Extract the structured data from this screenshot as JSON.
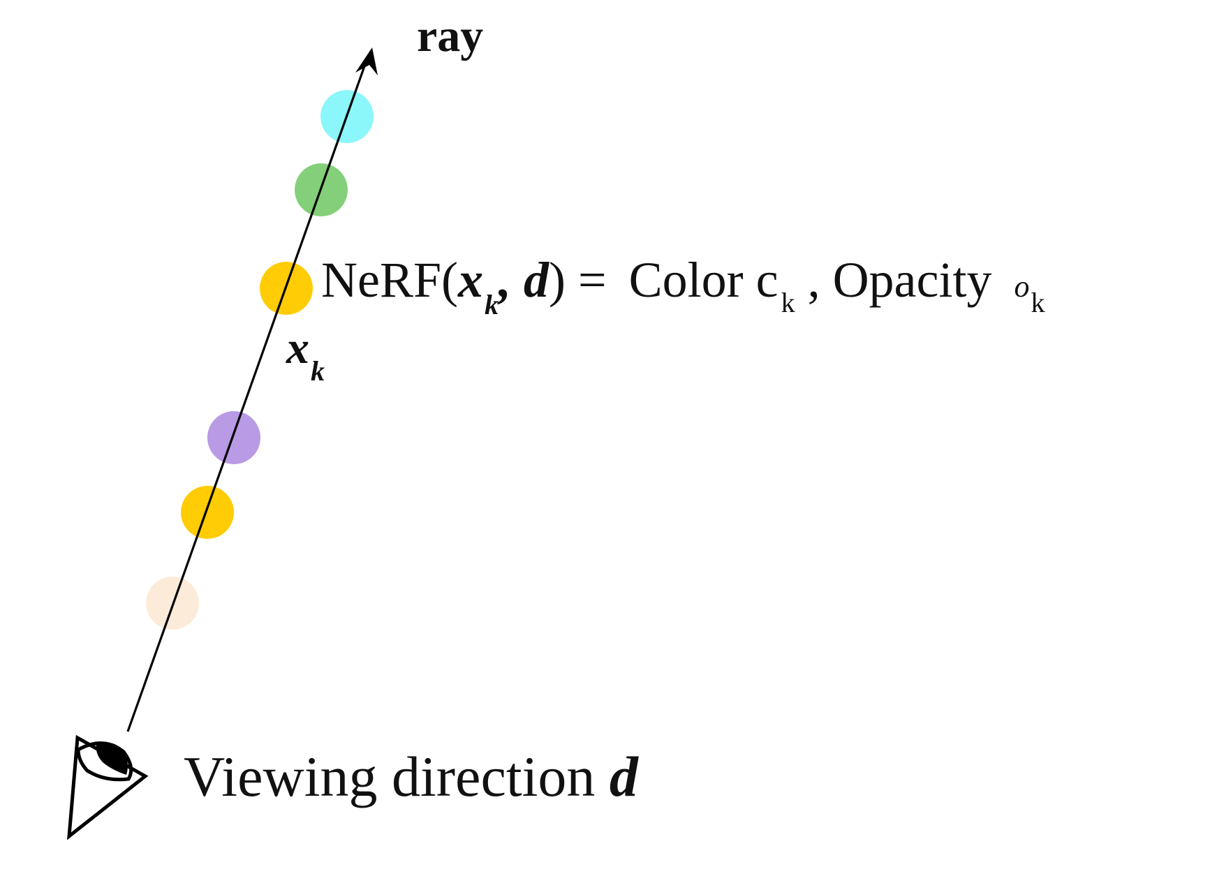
{
  "ray_label": "ray",
  "point_label": {
    "symbol": "x",
    "subscript": "k"
  },
  "equation": {
    "prefix": "NeRF(",
    "x": "x",
    "x_sub": "k",
    "comma": ", ",
    "d": "d",
    "close": ")",
    "equals": " = ",
    "color_text": "Color c",
    "color_sub": "k",
    "separator": " , ",
    "opacity_text": "Opacity ",
    "opacity_symbol": "o",
    "opacity_sub": "k"
  },
  "view_label": {
    "text": "Viewing direction ",
    "symbol": "d"
  },
  "samples": [
    {
      "name": "sample-cyan",
      "color": "#8CF7FB"
    },
    {
      "name": "sample-green",
      "color": "#84D07A"
    },
    {
      "name": "sample-yellow-xk",
      "color": "#FFCC05"
    },
    {
      "name": "sample-purple",
      "color": "#B89AE5"
    },
    {
      "name": "sample-yellow",
      "color": "#FFCC05"
    },
    {
      "name": "sample-peach",
      "color": "#FDEBD9"
    }
  ],
  "colors": {
    "ray": "#000000",
    "text": "#111111",
    "background": "#ffffff"
  }
}
